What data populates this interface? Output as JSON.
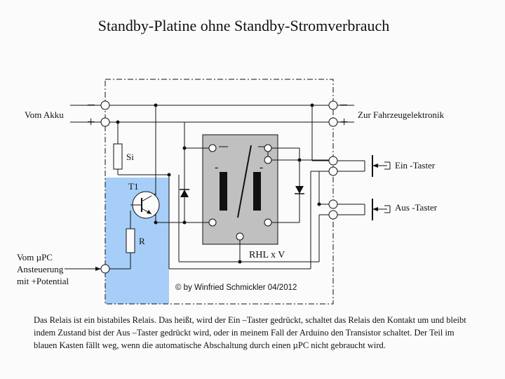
{
  "title": "Standby-Platine ohne Standby-Stromverbrauch",
  "labels": {
    "battery": "Vom Akku",
    "vehicle": "Zur Fahrzeugelektronik",
    "on_button": "Ein -Taster",
    "off_button": "Aus -Taster",
    "fuse": "Si",
    "transistor": "T1",
    "resistor": "R",
    "relay": "RHL x V",
    "mcu_line1": "Vom µPC",
    "mcu_line2": "Ansteuerung",
    "mcu_line3": "mit +Potential",
    "copyright": "© by Winfried Schmickler 04/2012",
    "minus": "–",
    "plus": "+",
    "coil_minus": "-"
  },
  "description": "Das Relais ist ein bistabiles Relais. Das heißt, wird der Ein –Taster gedrückt, schaltet das Relais den Kontakt um und bleibt indem Zustand bist der Aus –Taster gedrückt wird, oder in meinem Fall der Arduino den Transistor schaltet. Der Teil im blauen Kasten fällt weg, wenn die automatische Abschaltung durch einen µPC nicht gebraucht wird.",
  "colors": {
    "blue_box": "#a6cef8",
    "relay_body": "#c0c0c0",
    "wire": "#111111"
  }
}
